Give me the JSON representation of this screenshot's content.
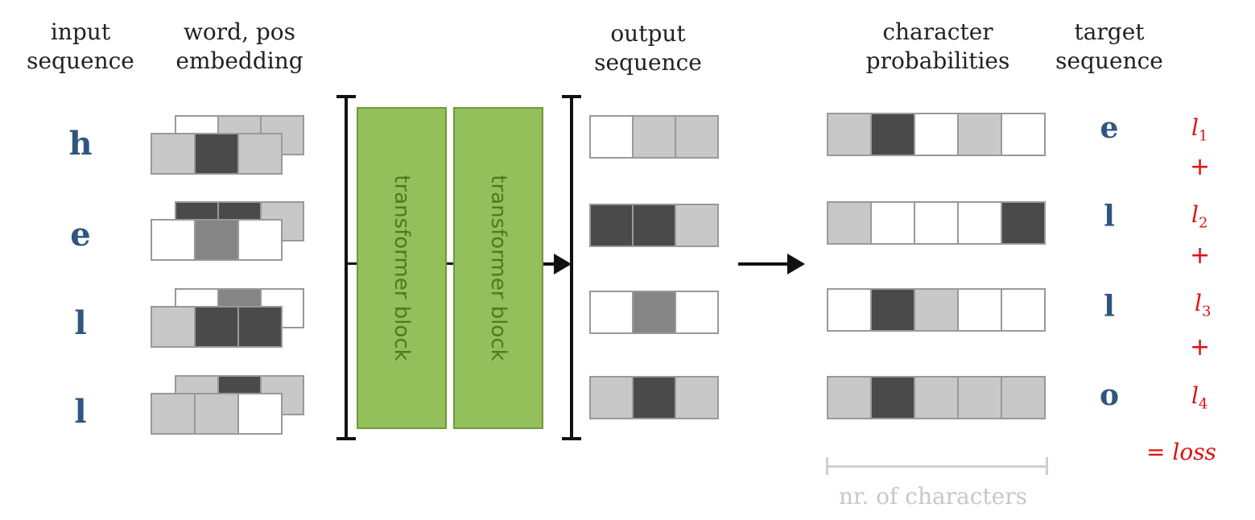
{
  "headers": {
    "input": "input\nsequence",
    "embedding": "word, pos\nembedding",
    "output": "output\nsequence",
    "probabilities": "character\nprobabilities",
    "target": "target\nsequence"
  },
  "input_chars": [
    "h",
    "e",
    "l",
    "l"
  ],
  "transformer_blocks": [
    "transformer block",
    "transformer block"
  ],
  "target_chars": [
    "e",
    "l",
    "l",
    "o"
  ],
  "losses": [
    {
      "base": "l",
      "sub": "1"
    },
    {
      "base": "l",
      "sub": "2"
    },
    {
      "base": "l",
      "sub": "3"
    },
    {
      "base": "l",
      "sub": "4"
    }
  ],
  "plus": "+",
  "total": {
    "equals": "=",
    "label": "loss"
  },
  "axis_label": "nr. of characters",
  "colors": {
    "white": "#ffffff",
    "light": "#c8c8c8",
    "mid": "#858585",
    "dark": "#4a4a4a",
    "green": "#93c05a"
  },
  "embedding_back": [
    [
      "white",
      "light",
      "light"
    ],
    [
      "dark",
      "dark",
      "light"
    ],
    [
      "white",
      "mid",
      "white"
    ],
    [
      "light",
      "dark",
      "light"
    ]
  ],
  "embedding_front": [
    [
      "light",
      "dark",
      "light"
    ],
    [
      "white",
      "mid",
      "white"
    ],
    [
      "light",
      "dark",
      "dark"
    ],
    [
      "light",
      "light",
      "white"
    ]
  ],
  "output_vectors": [
    [
      "white",
      "light",
      "light"
    ],
    [
      "dark",
      "dark",
      "light"
    ],
    [
      "white",
      "mid",
      "white"
    ],
    [
      "light",
      "dark",
      "light"
    ]
  ],
  "probability_vectors": [
    [
      "light",
      "dark",
      "white",
      "light",
      "white"
    ],
    [
      "light",
      "white",
      "white",
      "white",
      "dark"
    ],
    [
      "white",
      "dark",
      "light",
      "white",
      "white"
    ],
    [
      "light",
      "dark",
      "light",
      "light",
      "light"
    ]
  ]
}
